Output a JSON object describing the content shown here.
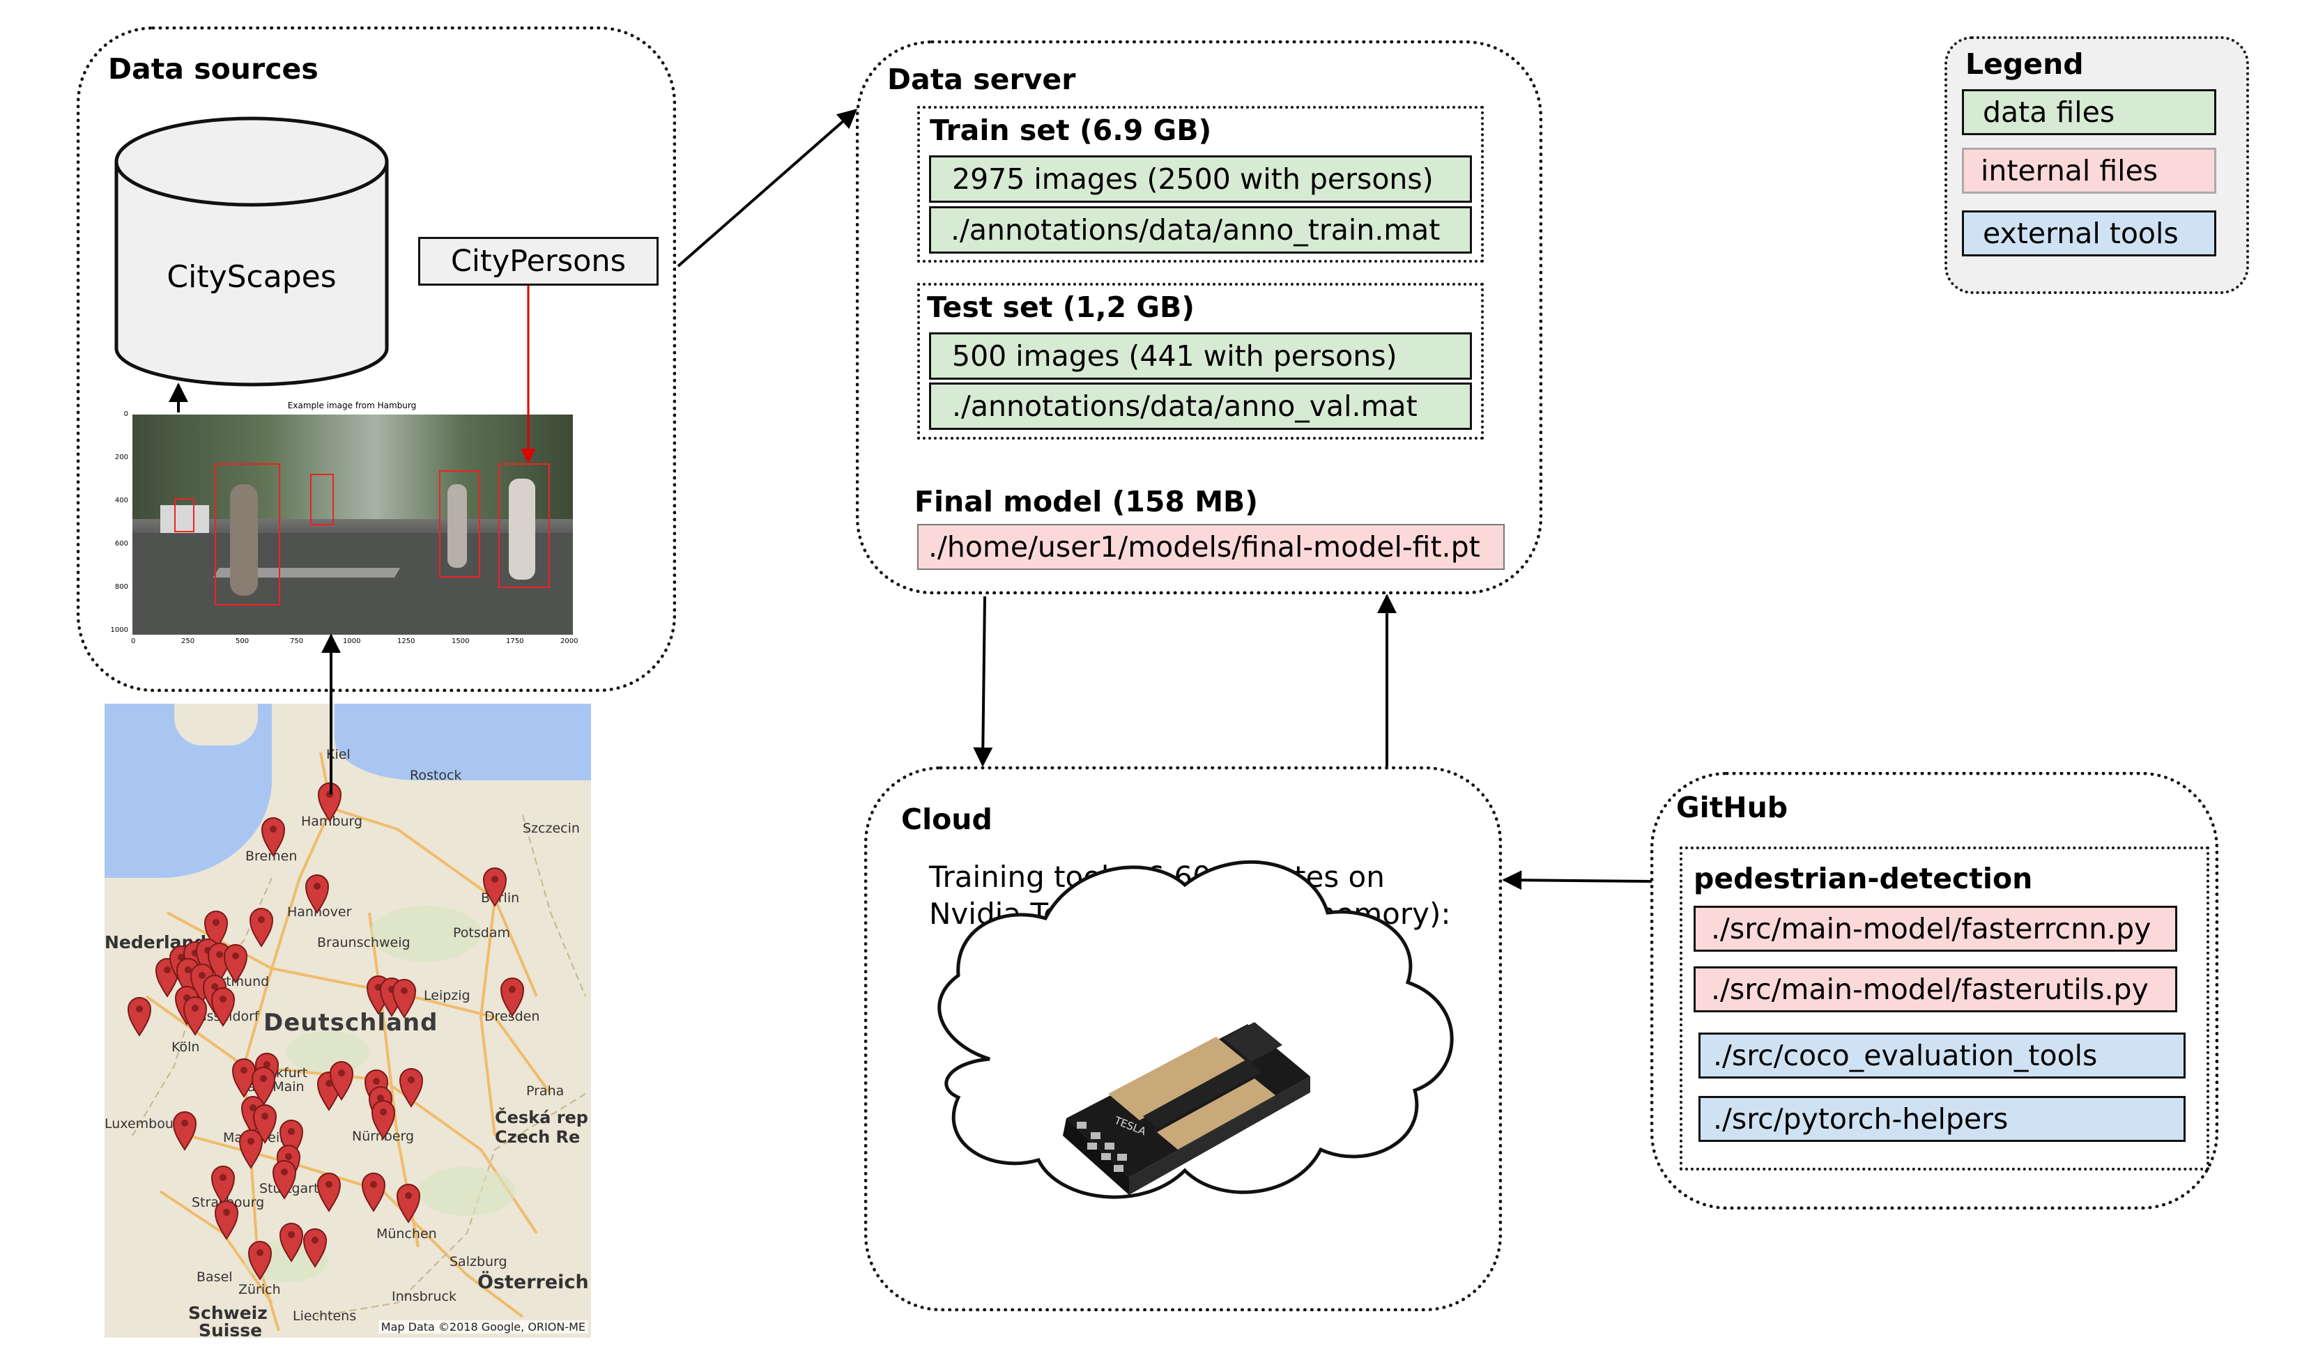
{
  "data_sources": {
    "title": "Data sources",
    "cityscapes_label": "CityScapes",
    "citypersons_label": "CityPersons",
    "example_image_title": "Example image from Hamburg",
    "example_y_ticks": [
      "0",
      "200",
      "400",
      "600",
      "800",
      "1000"
    ],
    "example_x_ticks": [
      "0",
      "250",
      "500",
      "750",
      "1000",
      "1250",
      "1500",
      "1750",
      "2000"
    ]
  },
  "map": {
    "country_label": "Deutschland",
    "attribution": "Map Data ©2018 Google, ORION-ME",
    "cities": [
      "Kiel",
      "Rostock",
      "Hamburg",
      "Szczecin",
      "Bremen",
      "Hannover",
      "Berlin",
      "Potsdam",
      "Braunschweig",
      "Leipzig",
      "Dresden",
      "Frankfurt am Main",
      "Praha",
      "Česká rep",
      "Czech Re",
      "Nürnberg",
      "Mannheim",
      "Stuttgart",
      "Strasbourg",
      "München",
      "Salzburg",
      "Basel",
      "Zürich",
      "Innsbruck",
      "Österreich",
      "Schweiz",
      "Suisse",
      "Liechtens",
      "Luxembourg",
      "Nederland",
      "Köln",
      "Düsseldorf",
      "Dortmund"
    ]
  },
  "data_server": {
    "title": "Data server",
    "train_set": {
      "title": "Train set (6.9 GB)",
      "files": [
        "2975 images (2500 with persons)",
        "./annotations/data/anno_train.mat"
      ]
    },
    "test_set": {
      "title": "Test set (1,2 GB)",
      "files": [
        "500 images (441 with persons)",
        "./annotations/data/anno_val.mat"
      ]
    },
    "final_model": {
      "title": "Final model (158 MB)",
      "file": "./home/user1/models/final-model-fit.pt"
    }
  },
  "cloud": {
    "title": "Cloud",
    "line1": "Training took 46.60 minutes on",
    "line2": "Nvidia Tesla V100 (16 GB memory):",
    "gpu_label": "TESLA"
  },
  "github": {
    "title": "GitHub",
    "repo_title": "pedestrian-detection",
    "files": [
      {
        "name": "./src/main-model/fasterrcnn.py",
        "type": "internal"
      },
      {
        "name": "./src/main-model/fasterutils.py",
        "type": "internal"
      },
      {
        "name": "./src/coco_evaluation_tools",
        "type": "external"
      },
      {
        "name": "./src/pytorch-helpers",
        "type": "external"
      }
    ]
  },
  "legend": {
    "title": "Legend",
    "items": [
      "data files",
      "internal files",
      "external tools"
    ]
  },
  "colors": {
    "data_files": "#d7ead3",
    "internal_files": "#fcd9d9",
    "external_tools": "#cfe2f3",
    "marker": "#d03a3a",
    "citypersons_link": "#e00000"
  }
}
